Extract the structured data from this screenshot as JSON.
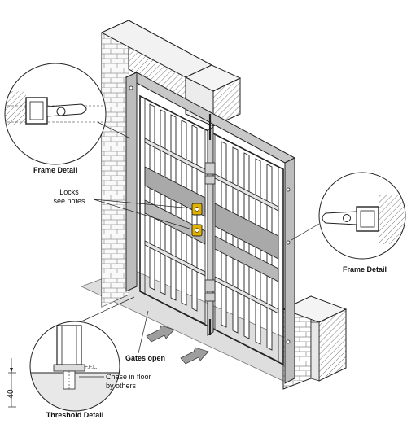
{
  "labels": {
    "frame_detail_left": "Frame Detail",
    "frame_detail_right": "Frame Detail",
    "locks_line1": "Locks",
    "locks_line2": "see notes",
    "gates_open": "Gates open",
    "threshold_detail": "Threshold Detail",
    "ffl": "F.F.L.",
    "chase_line1": "Chase in floor",
    "chase_line2": "by others",
    "dimension": "40"
  },
  "colors": {
    "line": "#1a1a1a",
    "frame_fill": "#bdbdbd",
    "plate_fill": "#a9a9a9",
    "floor_fill": "#dedede",
    "lock_fill": "#e2b100",
    "arrow_fill": "#9e9e9e",
    "hatch": "#444444"
  },
  "icons": {
    "lock": "padlock-icon",
    "arrow": "open-direction-arrow"
  }
}
